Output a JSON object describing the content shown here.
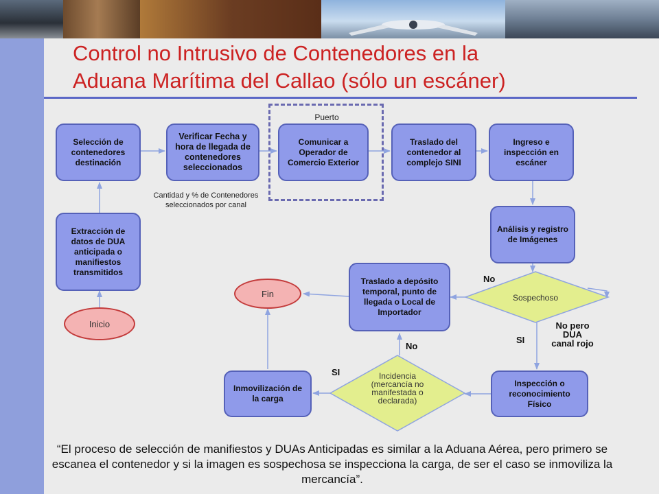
{
  "title": {
    "line1": "Control no Intrusivo de Contenedores en la",
    "line2": "Aduana Marítima del Callao (sólo un escáner)"
  },
  "nodes": {
    "inicio": "Inicio",
    "extraccion": "Extracción de datos de DUA anticipada o manifiestos transmitidos",
    "seleccion": "Selección de contenedores destinación",
    "verificar": "Verificar Fecha y hora de llegada de contenedores seleccionados",
    "comunicar": "Comunicar a Operador de Comercio Exterior",
    "traslado_sini": "Traslado del contenedor al complejo SINI",
    "ingreso": "Ingreso e inspección en escáner",
    "analisis": "Análisis y registro de Imágenes",
    "sospechoso": "Sospechoso",
    "traslado_deposito": "Traslado a depósito temporal, punto de llegada o Local de Importador",
    "fin": "Fin",
    "inspeccion": "Inspección o reconocimiento Físico",
    "incidencia": "Incidencia (mercancía no manifestada o declarada)",
    "inmovilizacion": "Inmovilización de la carga"
  },
  "labels": {
    "puerto": "Puerto",
    "cantidad_note": "Cantidad y % de Contenedores seleccionados por canal",
    "no_sospechoso": "No",
    "si_sospechoso": "SI",
    "no_pero": "No pero DUA canal rojo",
    "no_incidencia": "No",
    "si_incidencia": "SI"
  },
  "quote": "“El proceso de selección de manifiestos y DUAs Anticipadas es similar a la Aduana Aérea, pero primero se escanea el contenedor y si la imagen es sospechosa se inspecciona la carga, de ser el caso se inmoviliza la mercancía”.",
  "colors": {
    "title": "#cc2222",
    "box_fill": "#8f9aea",
    "diamond_fill": "#e3ee8e",
    "terminal_fill": "#f4b3b3",
    "arrow": "#8fa4e0"
  }
}
